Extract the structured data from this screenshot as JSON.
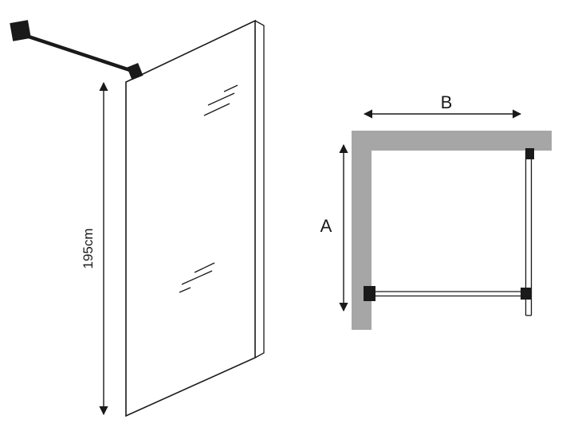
{
  "diagram": {
    "side_view": {
      "height_label": "195cm"
    },
    "plan_view": {
      "depth_label": "A",
      "width_label": "B"
    },
    "colors": {
      "wall": "#a6a6a6",
      "line": "#1a1a1a",
      "background": "#ffffff"
    }
  }
}
